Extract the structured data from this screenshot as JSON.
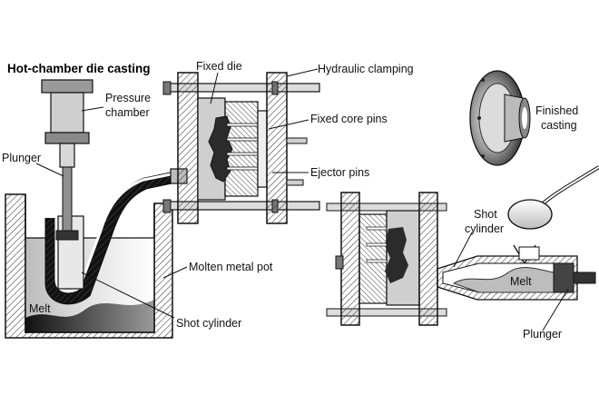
{
  "title": "Hot-chamber die casting",
  "labels": {
    "pressure_chamber_1": "Pressure",
    "pressure_chamber_2": "chamber",
    "plunger_left": "Plunger",
    "fixed_die": "Fixed die",
    "hydraulic_clamping": "Hydraulic clamping",
    "fixed_core_pins": "Fixed core pins",
    "ejector_pins": "Ejector pins",
    "molten_metal_pot": "Molten metal pot",
    "melt_left": "Melt",
    "shot_cylinder_left": "Shot cylinder",
    "finished_casting_1": "Finished",
    "finished_casting_2": "casting",
    "shot_cylinder_right_1": "Shot",
    "shot_cylinder_right_2": "cylinder",
    "melt_right": "Melt",
    "plunger_right": "Plunger"
  },
  "colors": {
    "ink": "#111111",
    "melt_light": "#d9d9d9",
    "melt_dark": "#2a2a2a",
    "die_gray": "#bdbdbd",
    "hatch": "#555555"
  }
}
